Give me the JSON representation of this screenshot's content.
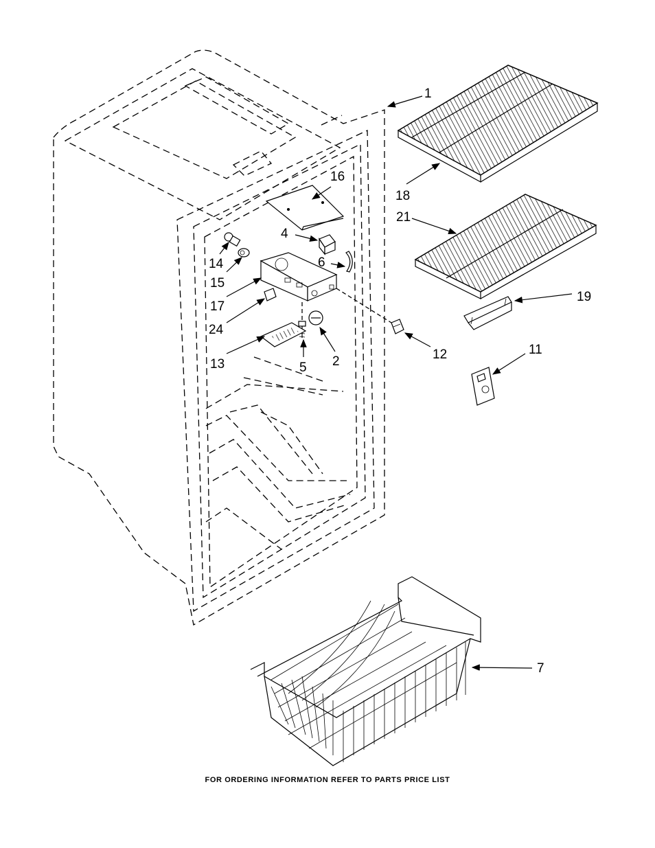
{
  "callouts": {
    "c1": "1",
    "c2": "2",
    "c4": "4",
    "c5": "5",
    "c6": "6",
    "c7": "7",
    "c11": "11",
    "c12": "12",
    "c13": "13",
    "c14": "14",
    "c15": "15",
    "c16": "16",
    "c17": "17",
    "c18": "18",
    "c19": "19",
    "c21": "21",
    "c24": "24"
  },
  "footer": "FOR ORDERING INFORMATION REFER TO PARTS PRICE LIST"
}
